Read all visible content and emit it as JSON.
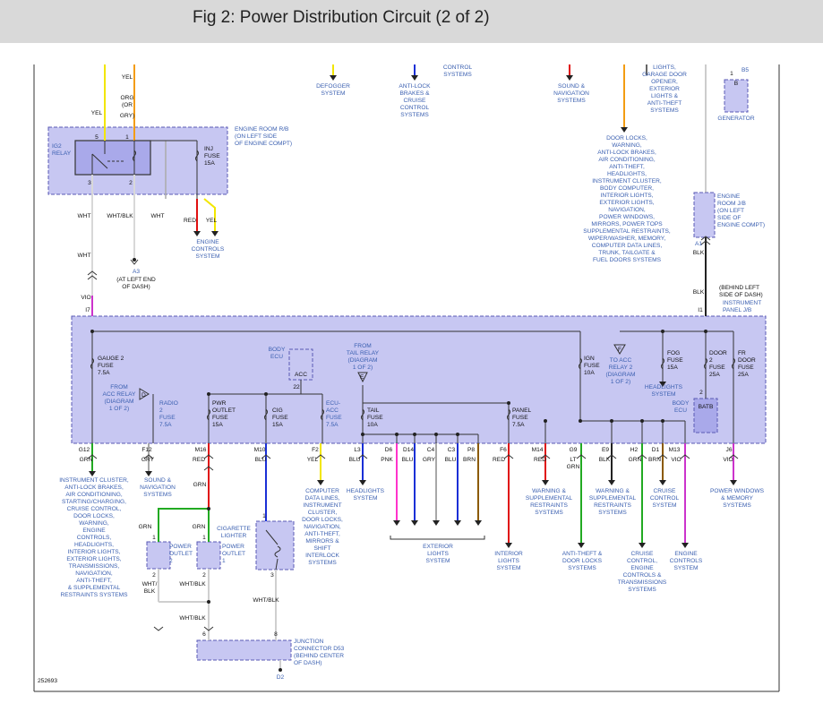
{
  "title": "Fig 2: Power Distribution Circuit (2 of 2)",
  "ref_number": "252693",
  "colors": {
    "box_fill": "#c7c7f2",
    "box_stroke": "#5a5ab4",
    "label": "#3a5fb0",
    "yel": "#f2e600",
    "org": "#f39c12",
    "red": "#e01010",
    "grn": "#22aa22",
    "blu": "#1a2fd6",
    "pnk": "#ff33cc",
    "gry": "#a8a8a8",
    "brn": "#8b5a00",
    "vio": "#cc33cc",
    "blk": "#222222",
    "wht": "#d8d8d8"
  },
  "top": {
    "yel": "YEL",
    "org": "ORG",
    "or": "(OR",
    "gry": "GRY)",
    "yel2": "YEL",
    "defogger": [
      "DEFOGGER",
      "SYSTEM"
    ],
    "antilock": [
      "ANTI-LOCK",
      "BRAKES &",
      "CRUISE",
      "CONTROL",
      "SYSTEMS"
    ],
    "control": [
      "CONTROL",
      "SYSTEMS"
    ],
    "sound": [
      "SOUND &",
      "NAVIGATION",
      "SYSTEMS"
    ],
    "door_locks": [
      "DOOR LOCKS,",
      "WARNING,",
      "ANTI-LOCK BRAKES,",
      "AIR CONDITIONING,",
      "ANTI-THEFT,",
      "HEADLIGHTS,",
      "INSTRUMENT CLUSTER,",
      "BODY COMPUTER,",
      "INTERIOR LIGHTS,",
      "EXTERIOR LIGHTS,",
      "NAVIGATION,",
      "POWER WINDOWS,",
      "MIRRORS, POWER TOPS",
      "SUPPLEMENTAL RESTRAINTS,",
      "WIPER/WASHER, MEMORY,",
      "COMPUTER DATA LINES,",
      "TRUNK, TAILGATE &",
      "FUEL DOORS SYSTEMS"
    ],
    "lights": [
      "LIGHTS,",
      "GARAGE DOOR",
      "OPENER,",
      "EXTERIOR",
      "LIGHTS &",
      "ANTI-THEFT",
      "SYSTEMS"
    ],
    "gen_pin": "1",
    "gen_b5": "B5",
    "gen_b": "B",
    "generator": "GENERATOR"
  },
  "relay": {
    "box_label": [
      "ENGINE ROOM R/B",
      "(ON LEFT SIDE",
      "OF ENGINE COMPT)"
    ],
    "ig2": [
      "IG2",
      "RELAY"
    ],
    "pin5": "5",
    "pin1": "1",
    "pin3": "3",
    "pin2": "2",
    "inj": [
      "INJ",
      "FUSE",
      "15A"
    ],
    "wht1": "WHT",
    "wht_blk": "WHT/BLK",
    "wht2": "WHT",
    "red": "RED",
    "yel": "YEL",
    "engine_controls": [
      "ENGINE",
      "CONTROLS",
      "SYSTEM"
    ],
    "wht3": "WHT",
    "a3": "A3",
    "at_left": [
      "(AT LEFT END",
      "OF DASH)"
    ],
    "vio": "VIO",
    "i7": "I7"
  },
  "jb_engine": {
    "label": [
      "ENGINE",
      "ROOM J/B",
      "(ON LEFT",
      "SIDE OF",
      "ENGINE COMPT)"
    ],
    "a1": "A1",
    "blk1": "BLK",
    "blk2": "BLK",
    "behind": [
      "(BEHIND LEFT",
      "SIDE OF DASH)"
    ],
    "i1": "I1",
    "panel_jb": [
      "INSTRUMENT",
      "PANEL J/B"
    ]
  },
  "panel": {
    "gauge2": [
      "GAUGE 2",
      "FUSE",
      "7.5A"
    ],
    "from_acc": [
      "FROM",
      "ACC RELAY",
      "(DIAGRAM",
      "1 OF 2)"
    ],
    "d_letter": "D",
    "radio": [
      "RADIO",
      "2",
      "FUSE",
      "7.5A"
    ],
    "pwr": [
      "PWR",
      "OUTLET",
      "FUSE",
      "15A"
    ],
    "cig": [
      "CIG",
      "FUSE",
      "15A"
    ],
    "body_ecu": [
      "BODY",
      "ECU"
    ],
    "acc": "ACC",
    "pin22": "22",
    "ecu_acc": [
      "ECU-",
      "ACC",
      "FUSE",
      "7.5A"
    ],
    "from_tail": [
      "FROM",
      "TAIL RELAY",
      "(DIAGRAM",
      "1 OF 2)"
    ],
    "e_letter": "E",
    "tail": [
      "TAIL",
      "FUSE",
      "10A"
    ],
    "panel_fuse": [
      "PANEL",
      "FUSE",
      "7.5A"
    ],
    "ign": [
      "IGN",
      "FUSE",
      "10A"
    ],
    "f_letter": "F",
    "to_acc": [
      "TO ACC",
      "RELAY 2",
      "(DIAGRAM",
      "1 OF 2)"
    ],
    "fog": [
      "FOG",
      "FUSE",
      "15A"
    ],
    "door": [
      "DOOR",
      "2",
      "FUSE",
      "25A"
    ],
    "fr_door": [
      "FR",
      "DOOR",
      "FUSE",
      "25A"
    ],
    "headlights": [
      "HEADLIGHTS",
      "SYSTEM"
    ],
    "body_ecu2": [
      "BODY",
      "ECU"
    ],
    "pin2": "2",
    "batb": "BATB"
  },
  "outputs": {
    "g12": "G12",
    "f12": "F12",
    "m16": "M16",
    "m10": "M10",
    "f2": "F2",
    "l3": "L3",
    "d6": "D6",
    "d14": "D14",
    "c4": "C4",
    "c3": "C3",
    "p8": "P8",
    "f6": "F6",
    "m14": "M14",
    "g9": "G9",
    "e9": "E9",
    "h2": "H2",
    "d1": "D1",
    "m13": "M13",
    "j6": "J6",
    "grn": "GRN",
    "gry": "GRY",
    "red": "RED",
    "blu": "BLU",
    "yel": "YEL",
    "blu2": "BLU",
    "pnk": "PNK",
    "blu3": "BLU",
    "gry2": "GRY",
    "blu4": "BLU",
    "brn": "BRN",
    "red2": "RED",
    "red3": "RED",
    "lt": "LT",
    "grn2": "GRN",
    "blk": "BLK",
    "grn3": "GRN",
    "brn2": "BRN",
    "vio": "VIO",
    "vio2": "VIO"
  },
  "bottom": {
    "instrument": [
      "INSTRUMENT CLUSTER,",
      "ANTI-LOCK BRAKES,",
      "AIR CONDITIONING,",
      "STARTING/CHARGING,",
      "CRUISE CONTROL,",
      "DOOR LOCKS,",
      "WARNING,",
      "ENGINE",
      "CONTROLS,",
      "HEADLIGHTS,",
      "INTERIOR LIGHTS,",
      "EXTERIOR LIGHTS,",
      "TRANSMISSIONS,",
      "NAVIGATION,",
      "ANTI-THEFT,",
      "& SUPPLEMENTAL",
      "RESTRAINTS SYSTEMS"
    ],
    "sound": [
      "SOUND &",
      "NAVIGATION",
      "SYSTEMS"
    ],
    "computer": [
      "COMPUTER",
      "DATA LINES,",
      "INSTRUMENT",
      "CLUSTER,",
      "DOOR LOCKS,",
      "NAVIGATION,",
      "ANTI-THEFT,",
      "MIRRORS &",
      "SHIFT",
      "INTERLOCK",
      "SYSTEMS"
    ],
    "headlights": [
      "HEADLIGHTS",
      "SYSTEM"
    ],
    "exterior": [
      "EXTERIOR",
      "LIGHTS",
      "SYSTEM"
    ],
    "interior": [
      "INTERIOR",
      "LIGHTS",
      "SYSTEM"
    ],
    "warning1": [
      "WARNING &",
      "SUPPLEMENTAL",
      "RESTRAINTS",
      "SYSTEMS"
    ],
    "warning2": [
      "WARNING &",
      "SUPPLEMENTAL",
      "RESTRAINTS",
      "SYSTEMS"
    ],
    "cruise1": [
      "CRUISE",
      "CONTROL",
      "SYSTEM"
    ],
    "power_windows": [
      "POWER WINDOWS",
      "& MEMORY",
      "SYSTEMS"
    ],
    "antitheft": [
      "ANTI-THEFT &",
      "DOOR LOCKS",
      "SYSTEMS"
    ],
    "cruise2": [
      "CRUISE",
      "CONTROL,",
      "ENGINE",
      "CONTROLS &",
      "TRANSMISSIONS",
      "SYSTEMS"
    ],
    "engine_controls": [
      "ENGINE",
      "CONTROLS",
      "SYSTEM"
    ],
    "grn_a": "GRN",
    "grn_b": "GRN",
    "grn_c": "GRN",
    "po2": [
      "POWER",
      "OUTLET",
      "2"
    ],
    "po1": [
      "POWER",
      "OUTLET",
      "1"
    ],
    "cig": [
      "CIGARETTE",
      "LIGHTER"
    ],
    "pin1a": "1",
    "pin1b": "1",
    "pin2a": "2",
    "pin2b": "2",
    "pin1c": "1",
    "pin3": "3",
    "wht_blk1": [
      "WHT/",
      "BLK"
    ],
    "wht_blk2": "WHT/BLK",
    "wht_blk3": "WHT/BLK",
    "wht_blk4": "WHT/BLK",
    "pin6": "6",
    "pin8": "8",
    "junction": [
      "JUNCTION",
      "CONNECTOR D53",
      "(BEHIND CENTER",
      "OF DASH)"
    ],
    "d2": "D2"
  }
}
